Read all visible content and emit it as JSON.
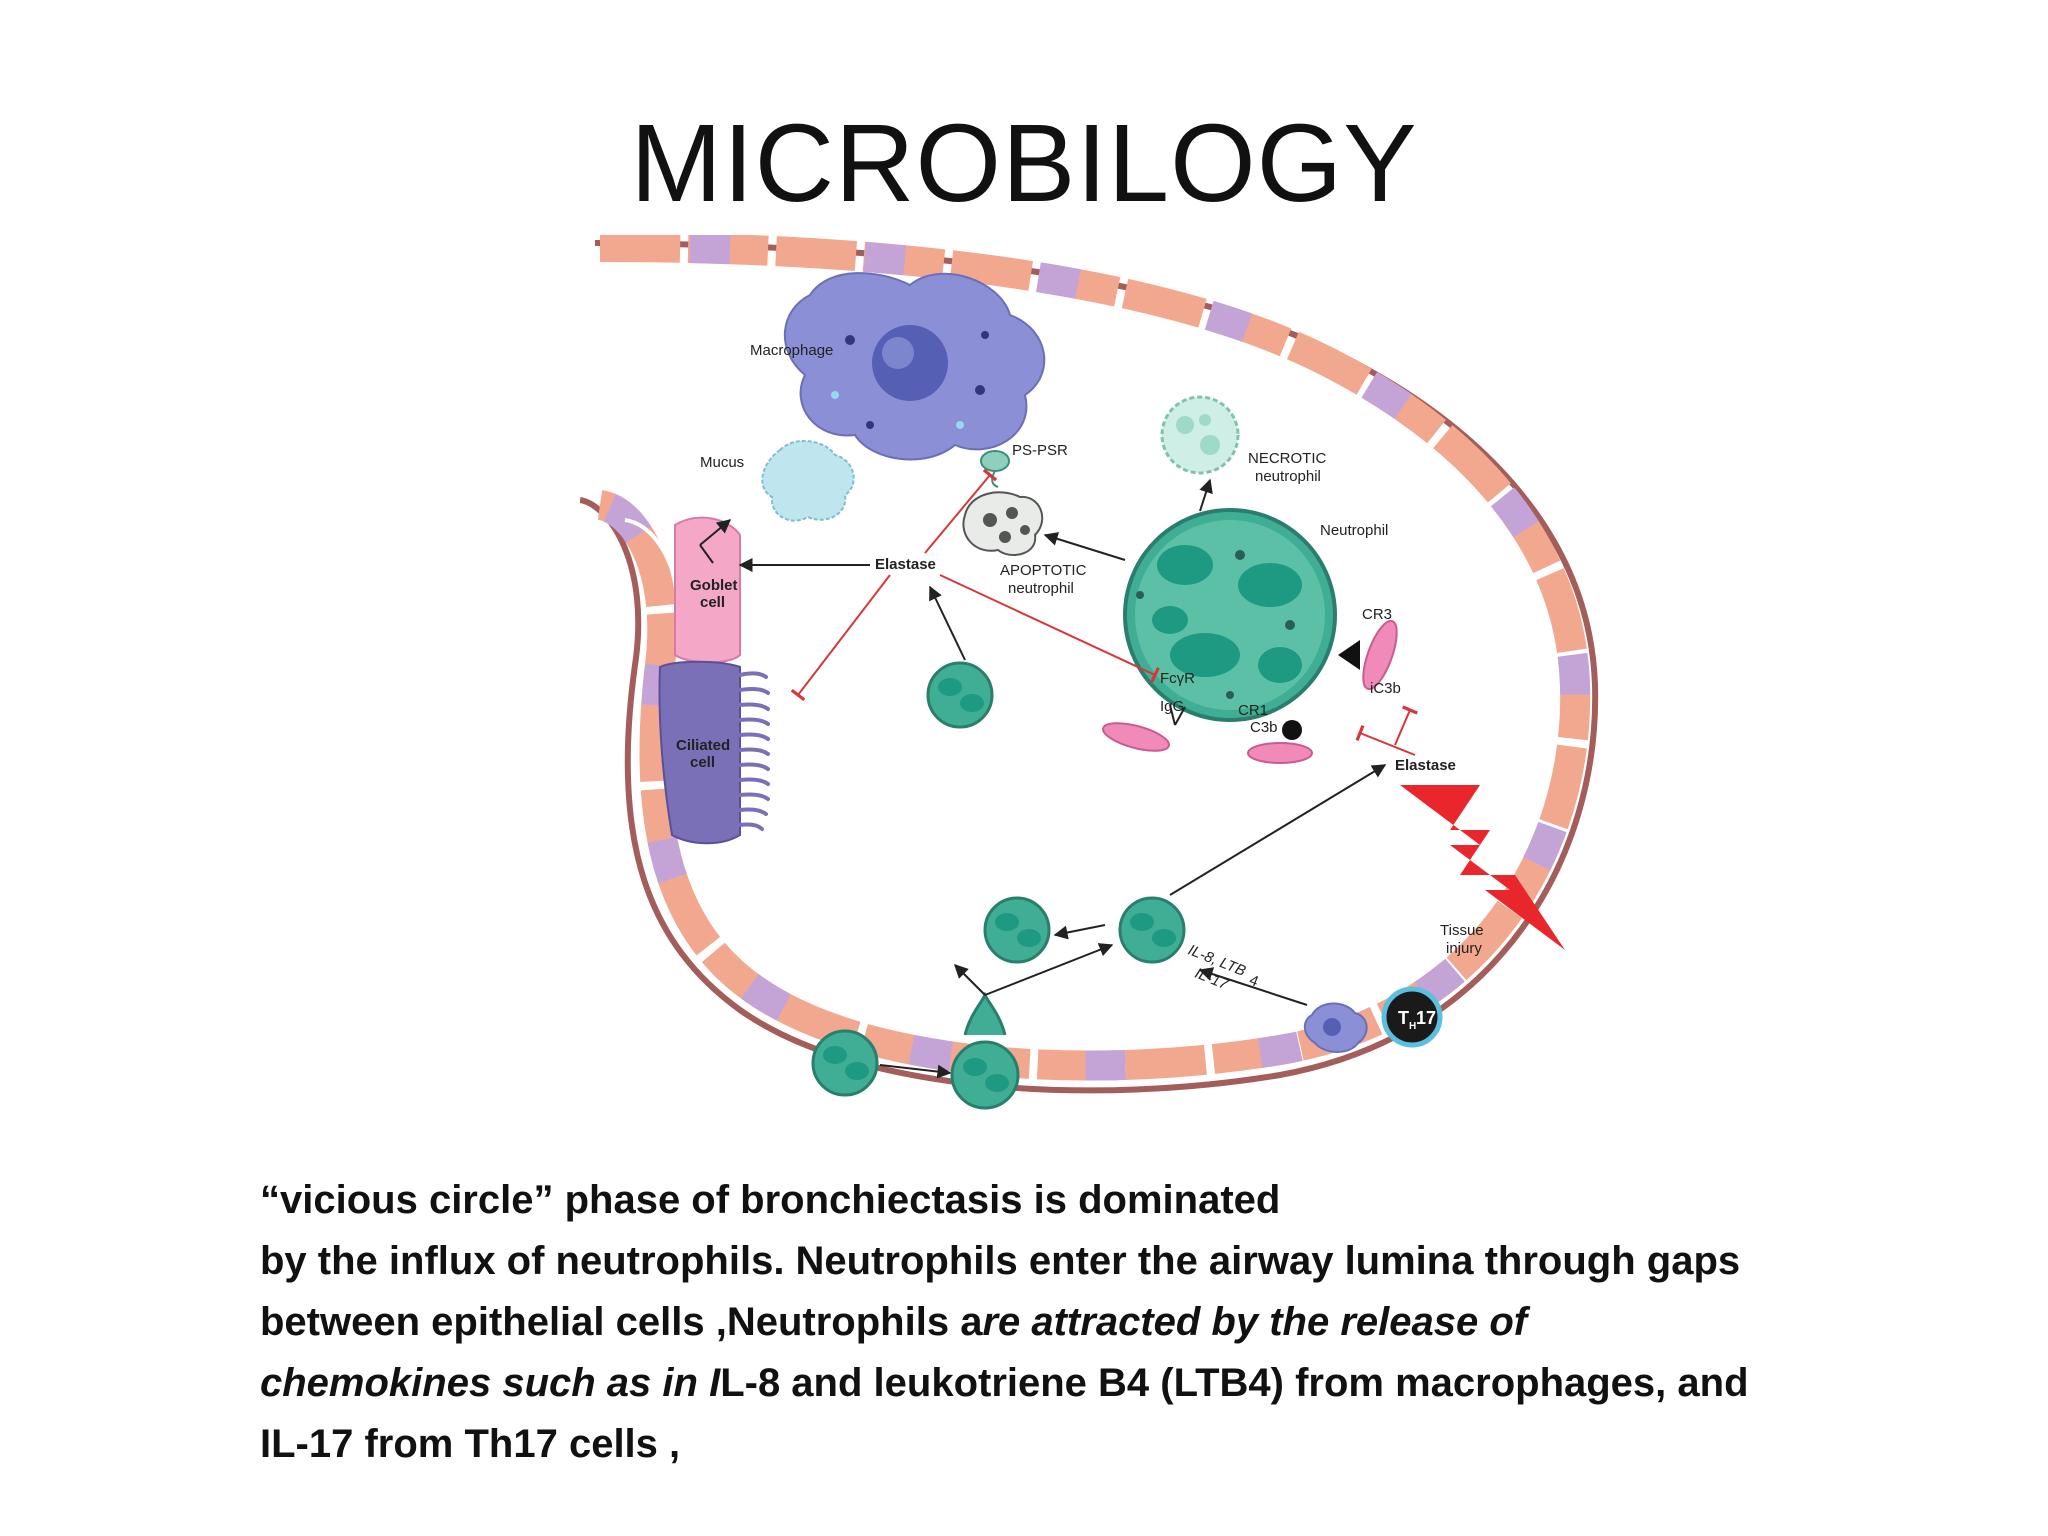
{
  "slide": {
    "title": "MICROBILOGY"
  },
  "diagram": {
    "labels": {
      "macrophage": "Macrophage",
      "mucus": "Mucus",
      "ps_psr": "PS-PSR",
      "goblet_1": "Goblet",
      "goblet_2": "cell",
      "elastase_left": "Elastase",
      "apoptotic_1": "APOPTOTIC",
      "apoptotic_2": "neutrophil",
      "necrotic_1": "NECROTIC",
      "necrotic_2": "neutrophil",
      "neutrophil": "Neutrophil",
      "cr3": "CR3",
      "ic3b": "iC3b",
      "fcyr": "FcγR",
      "igg": "IgG",
      "cr1": "CR1",
      "c3b": "C3b",
      "elastase_right": "Elastase",
      "ciliated_1": "Ciliated",
      "ciliated_2": "cell",
      "tissue_1": "Tissue",
      "tissue_2": "injury",
      "il_line1": "IL-8, LTB",
      "il_sub": "4",
      "il_line2": "IL-17",
      "th17_main": "T",
      "th17_sub": "H",
      "th17_num": "17"
    }
  },
  "caption": {
    "line1": "“vicious circle” phase of bronchiectasis is dominated",
    "line2": "by the influx of neutrophils. Neutrophils enter the airway lumina through gaps",
    "line3_a": "between epithelial cells ,N",
    "line3_b": "eutrophils a",
    "line3_c": "re attracted by the release of",
    "line4_a": "chemokines such as in I",
    "line4_b": "L-8 and leukotriene B4 (LTB4) from macrophages, and",
    "line5": "IL-17 from Th17 cells ,"
  },
  "colors": {
    "epithelium_salmon": "#f2a88f",
    "epithelium_lavender": "#c4a3d6",
    "neutrophil_teal": "#3fae95",
    "neutrophil_light": "#9fd9c8",
    "macrophage_blue": "#8b8fd6",
    "goblet_pink": "#f4a7c7",
    "lightning_red": "#e8262b",
    "inhibit_red": "#d9353a"
  }
}
